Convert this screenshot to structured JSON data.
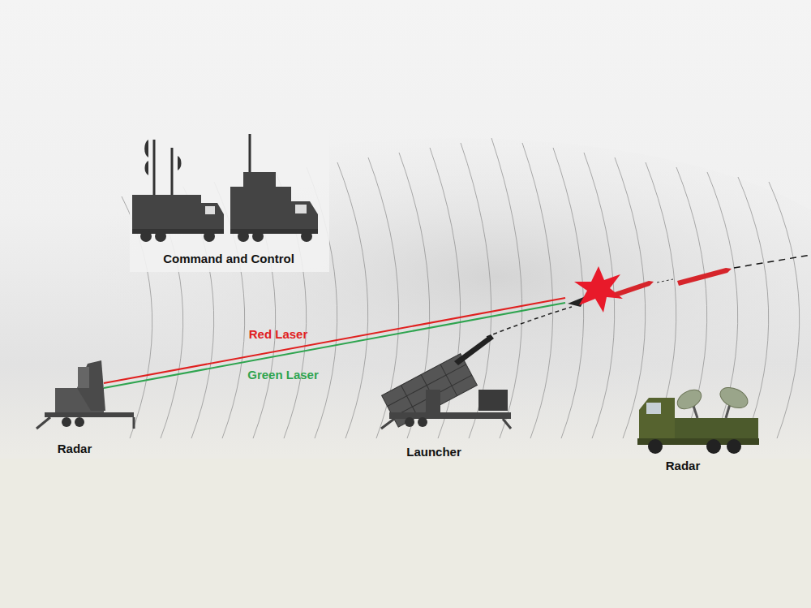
{
  "diagram": {
    "labels": [
      "Command and Control",
      "Red Laser",
      "Green Laser",
      "Radar",
      "Launcher",
      "Radar"
    ]
  }
}
